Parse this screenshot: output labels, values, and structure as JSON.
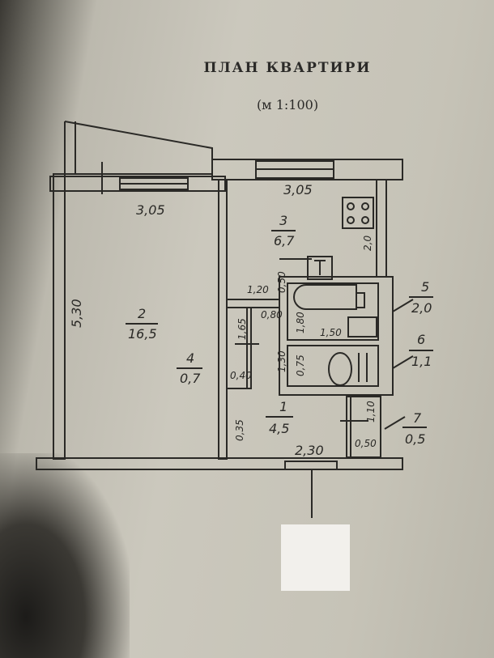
{
  "title": "ПЛАН КВАРТИРИ",
  "scale": "(м  1:100)",
  "rooms": [
    {
      "number": "1",
      "area": "4,5"
    },
    {
      "number": "2",
      "area": "16,5"
    },
    {
      "number": "3",
      "area": "6,7"
    },
    {
      "number": "4",
      "area": "0,7"
    },
    {
      "number": "5",
      "area": "2,0"
    },
    {
      "number": "6",
      "area": "1,1"
    },
    {
      "number": "7",
      "area": "0,5"
    }
  ],
  "dimensions": {
    "room2_width": "3,05",
    "kitchen_width": "3,05",
    "room2_length": "5,30",
    "kitchen_depth": "2,0",
    "d_120": "1,20",
    "d_050_top": "0,50",
    "d_080": "0,80",
    "d_180": "1,80",
    "d_150": "1,50",
    "d_165": "1,65",
    "d_130": "1,30",
    "d_075": "0,75",
    "d_040": "0,40",
    "d_035": "0,35",
    "d_110": "1,10",
    "d_050_bottom": "0,50",
    "hall_width": "2,30"
  },
  "colors": {
    "ink": "#2a2926",
    "paper": "#c9c6bb"
  }
}
